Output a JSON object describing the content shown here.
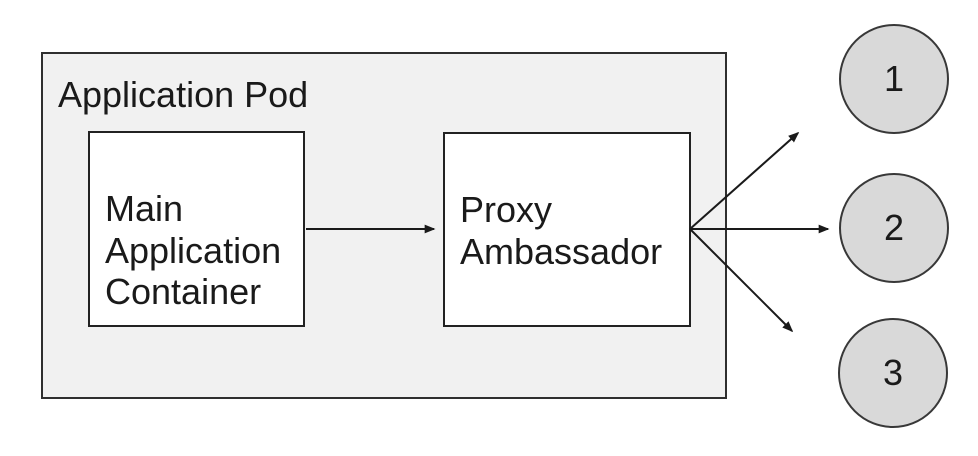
{
  "diagram": {
    "title": "Application Pod ambassador pattern diagram",
    "pod": {
      "label": "Application Pod"
    },
    "nodes": [
      {
        "id": "main-application-container",
        "label": "Main\nApplication\nContainer"
      },
      {
        "id": "proxy-ambassador",
        "label": "Proxy\nAmbassador"
      }
    ],
    "endpoints": [
      {
        "label": "1"
      },
      {
        "label": "2"
      },
      {
        "label": "3"
      }
    ],
    "edges": [
      {
        "from": "main-application-container",
        "to": "proxy-ambassador"
      },
      {
        "from": "proxy-ambassador",
        "to": "endpoint-1"
      },
      {
        "from": "proxy-ambassador",
        "to": "endpoint-2"
      },
      {
        "from": "proxy-ambassador",
        "to": "endpoint-3"
      }
    ],
    "colors": {
      "pod_fill": "#f1f1f1",
      "node_fill": "#ffffff",
      "endpoint_fill": "#d9d9d9",
      "border": "#2f2f2f",
      "arrow": "#1a1a1a",
      "text": "#1a1a1a"
    }
  }
}
